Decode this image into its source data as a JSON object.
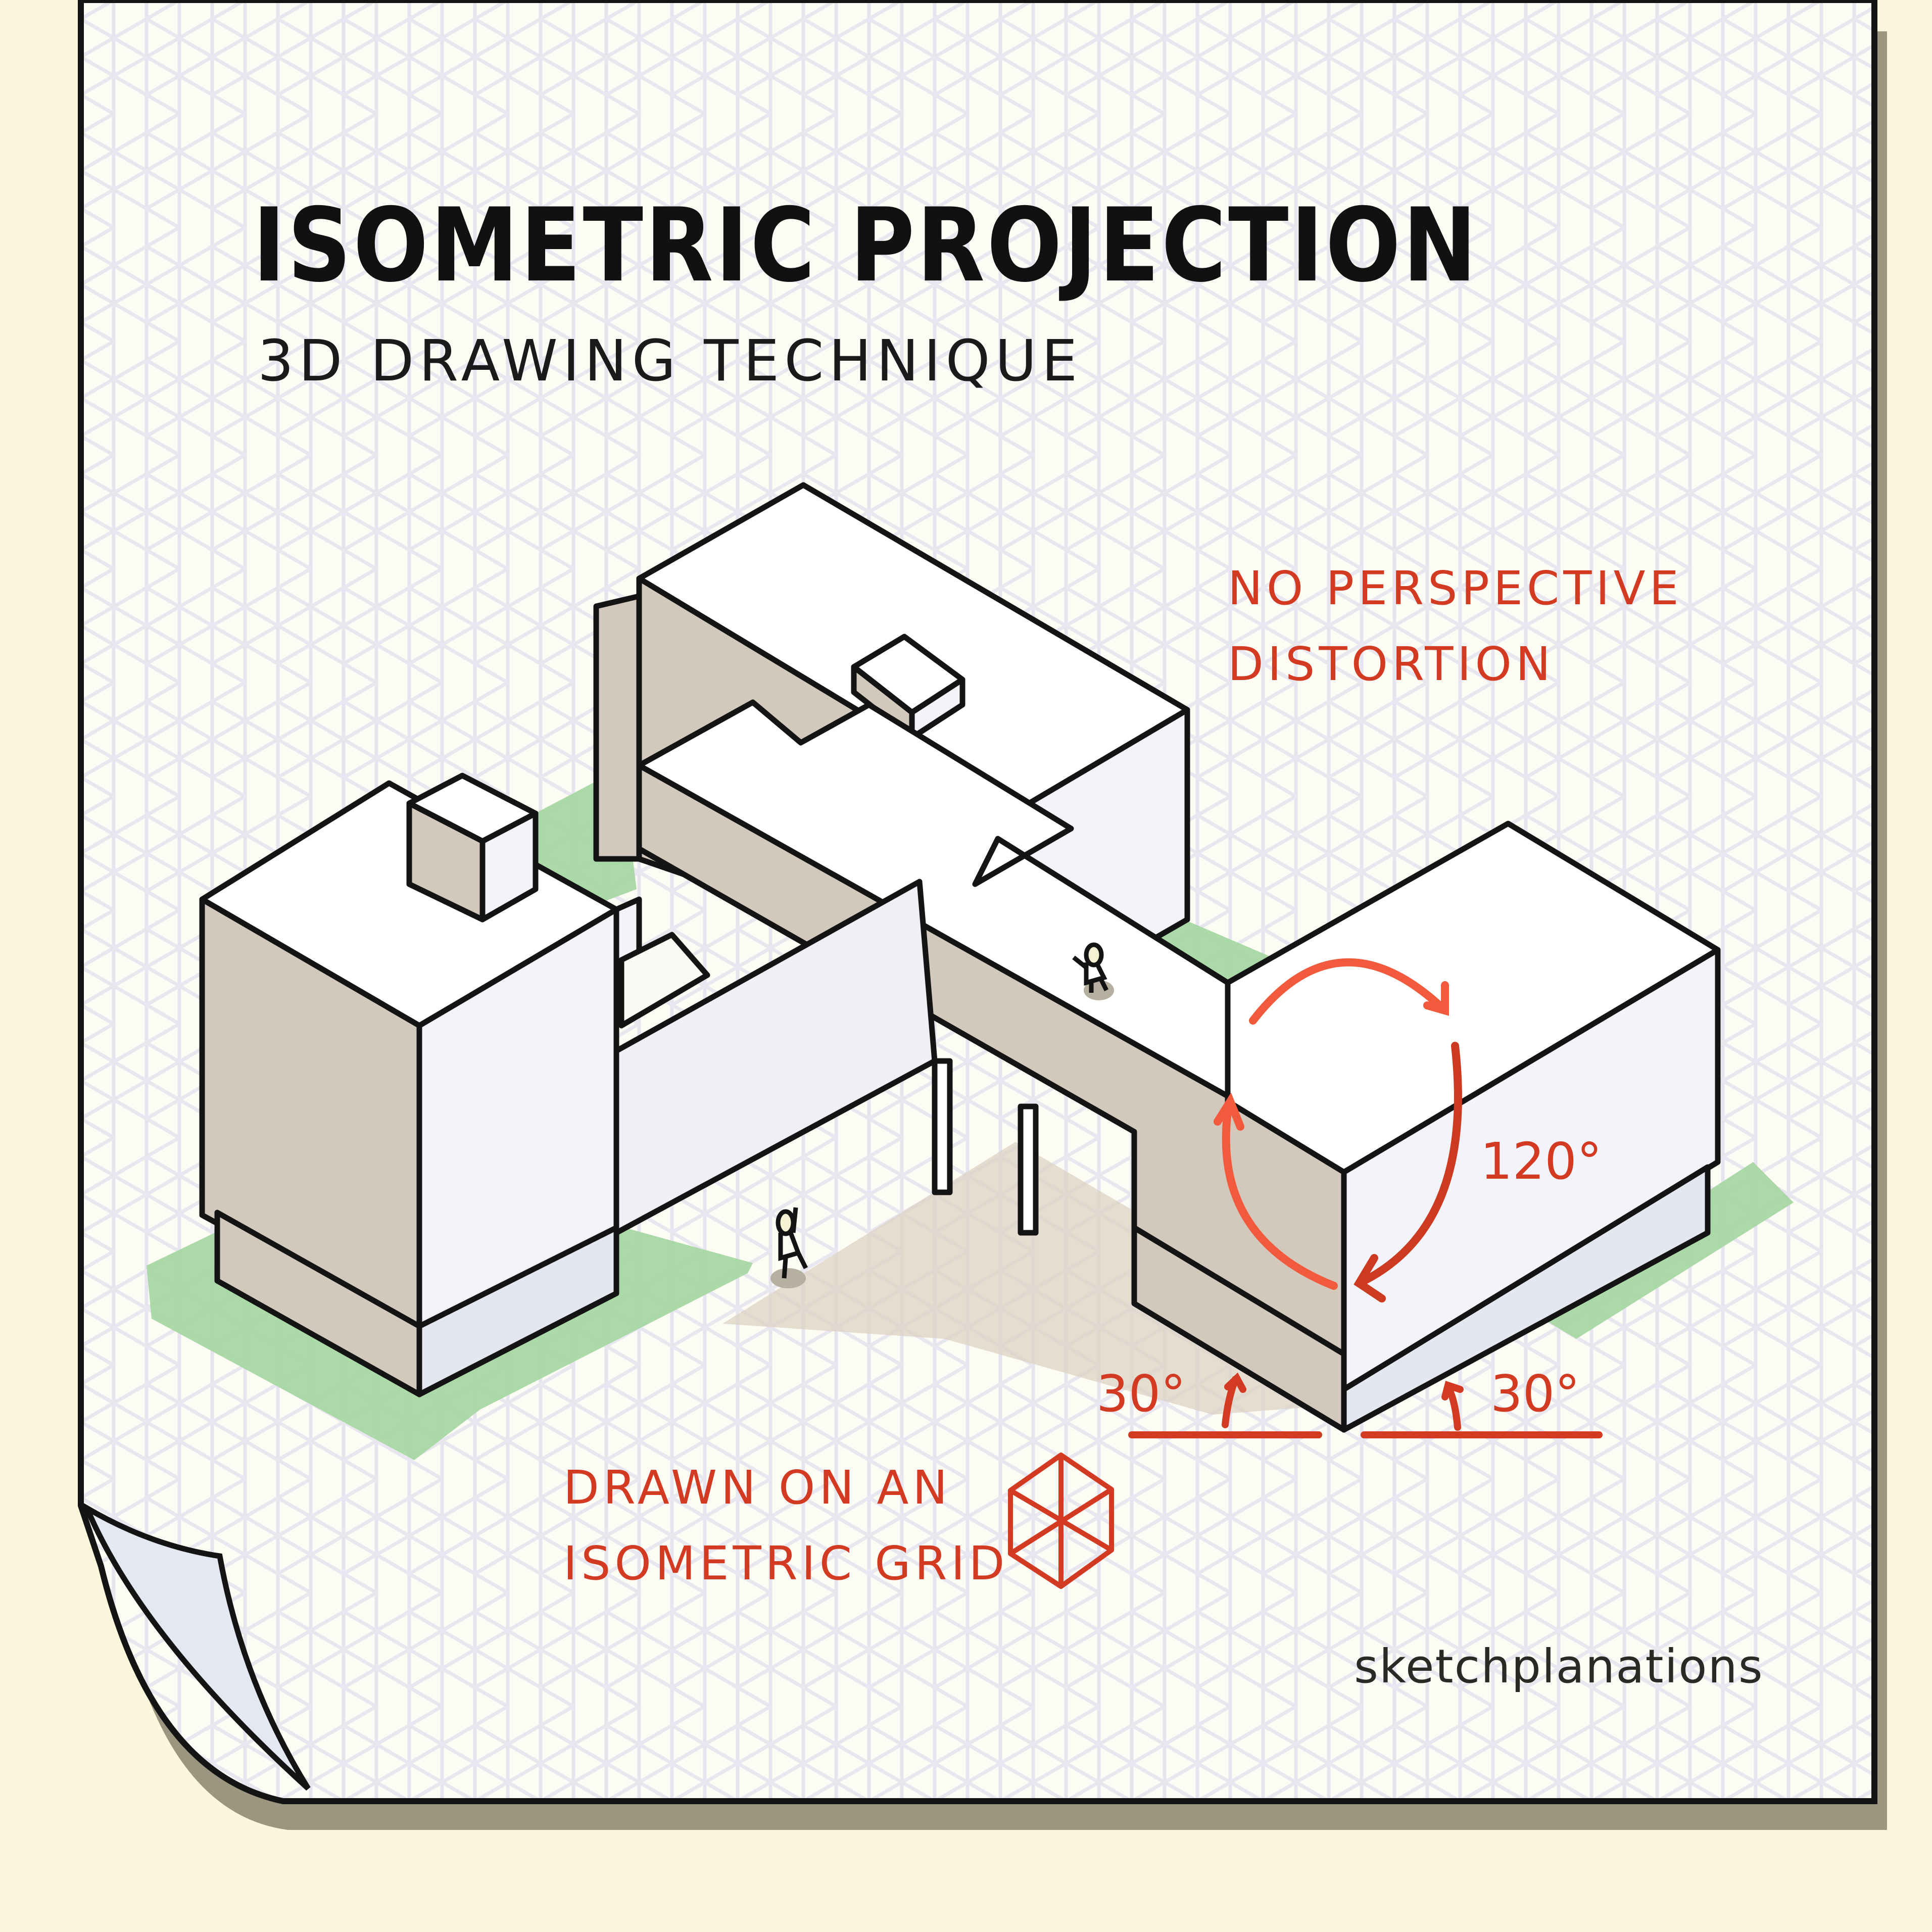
{
  "title": "ISOMETRIC PROJECTION",
  "subtitle": "3D DRAWING TECHNIQUE",
  "annotations": {
    "perspective_line1": "NO PERSPECTIVE",
    "perspective_line2": "DISTORTION",
    "grid_line1": "DRAWN ON AN",
    "grid_line2": "ISOMETRIC GRID",
    "angle_top": "120°",
    "angle_left": "30°",
    "angle_right": "30°"
  },
  "brand": "sketchplanations",
  "icons": {
    "isometric_cube": "hexagon-cube-icon",
    "page_curl": "page-curl-corner"
  },
  "colors": {
    "background": "#fbf6dc",
    "paper": "#fdfcf4",
    "grid": "#e6e4ee",
    "ink": "#141414",
    "annotation_red": "#d23a22",
    "arrow_orange": "#f15a3c",
    "shade_side": "#d2c9bc",
    "light_side": "#f3f4f9",
    "lawn_green": "#a6d7a2",
    "shadow": "#9c957f"
  }
}
